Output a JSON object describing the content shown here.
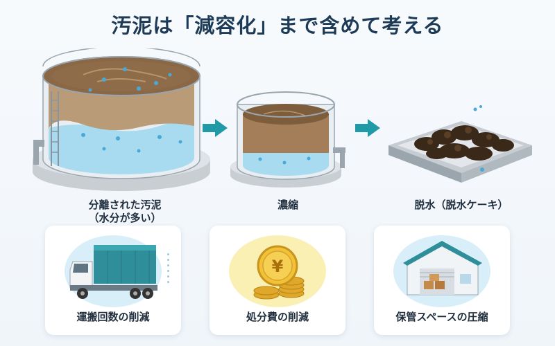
{
  "title": "汚泥は「減容化」まで含めて考える",
  "stages": [
    {
      "label_line1": "分離された汚泥",
      "label_line2": "（水分が多い）"
    },
    {
      "label_line1": "濃縮",
      "label_line2": ""
    },
    {
      "label_line1": "脱水（脱水ケーキ）",
      "label_line2": ""
    }
  ],
  "benefits": [
    {
      "label": "運搬回数の削減",
      "icon": "truck-icon"
    },
    {
      "label": "処分費の削減",
      "icon": "coins-icon"
    },
    {
      "label": "保管スペースの圧縮",
      "icon": "warehouse-icon"
    }
  ],
  "coin_symbol": "¥",
  "colors": {
    "title": "#1d3b57",
    "arrow": "#1f9aa6",
    "water": "#a9dbf0",
    "sludge": "#8b6845",
    "cake": "#3a2818",
    "card_truck_bg": "#d8eef8",
    "card_coin_bg": "#fbf0b4",
    "card_warehouse_bg": "#d8eef8"
  }
}
